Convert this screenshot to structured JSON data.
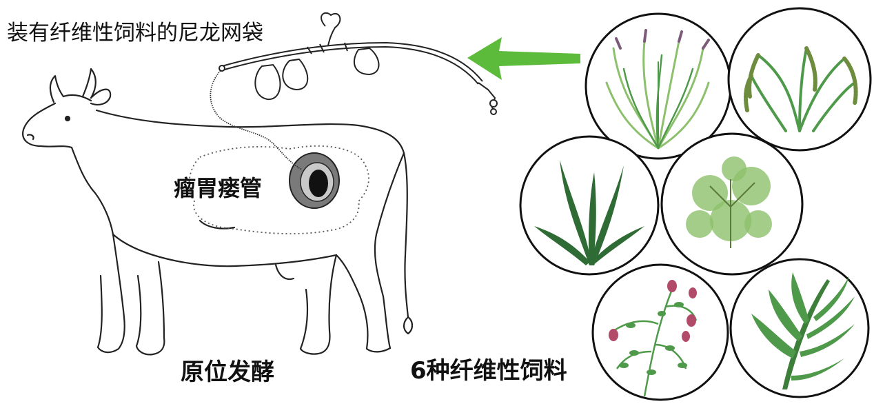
{
  "labels": {
    "bag_title": "装有纤维性饲料的尼龙网袋",
    "fistula": "瘤胃瘘管",
    "in_situ": "原位发酵",
    "forages": "6种纤维性饲料"
  },
  "colors": {
    "arrow": "#5dbb3c",
    "outline": "#222222",
    "fistula_ring": "#7a7a7a",
    "fistula_hole": "#111111",
    "plant_dark": "#2f6b34",
    "plant_mid": "#4f9a4a",
    "plant_light": "#8cc06c",
    "flower": "#b24a6a"
  },
  "icons": {
    "cow": "cow-outline",
    "bag": "nylon-bag",
    "arrow": "left-arrow",
    "plants": [
      "grass-clump-icon",
      "seed-heads-icon",
      "dark-grass-icon",
      "bushy-herb-icon",
      "flowering-legume-icon",
      "palm-leaf-icon"
    ]
  }
}
